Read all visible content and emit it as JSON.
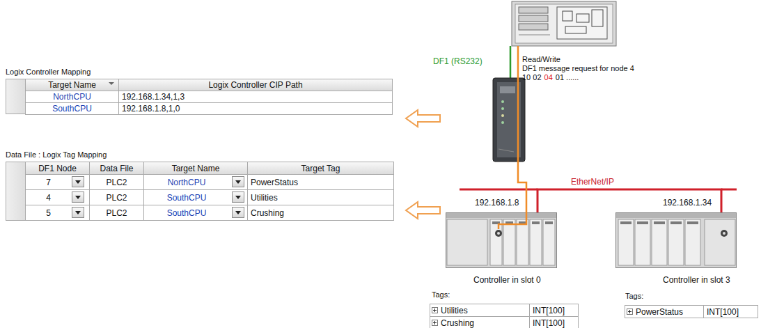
{
  "diagram": {
    "nodes": [
      {
        "text": [
          "192.168.1.8",
          "Controller in slot 0"
        ]
      },
      {
        "text": [
          "192.168.1.34",
          "Controller in slot 3"
        ]
      }
    ],
    "edges": [
      {
        "from": 0,
        "to": 1,
        "arrow": "none",
        "label": "EtherNet/IP"
      }
    ],
    "labels": [
      "DF1 (RS232)",
      "Read/Write",
      "DF1 message request for node 4",
      "10 02",
      "04",
      "01 ......",
      "Logix Controller Mapping",
      "Target Name",
      "Logix Controller CIP Path",
      "NorthCPU",
      "192.168.1.34,1,3",
      "SouthCPU",
      "192.168.1.8,1,0",
      "Data File : Logix Tag Mapping",
      "DF1 Node",
      "Data File",
      "Target Name",
      "Target Tag",
      "7",
      "PLC2",
      "NorthCPU",
      "PowerStatus",
      "4",
      "PLC2",
      "SouthCPU",
      "Utilities",
      "5",
      "PLC2",
      "SouthCPU",
      "Crushing",
      "Tags:",
      "Utilities",
      "INT[100]",
      "Crushing",
      "INT[100]",
      "Tags:",
      "PowerStatus",
      "INT[100]"
    ]
  }
}
